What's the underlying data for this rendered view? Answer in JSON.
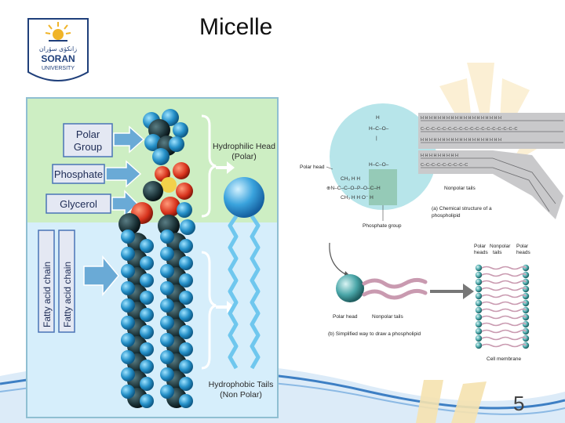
{
  "slide": {
    "title": "Micelle",
    "page_number": "5",
    "logo": {
      "arabic_text": "زانكۆی سۆران",
      "line1": "SORAN",
      "line2": "UNIVERSITY"
    }
  },
  "left_diagram": {
    "polar_group": [
      "Polar",
      "Group"
    ],
    "phosphate": "Phosphate",
    "glycerol": "Glycerol",
    "fatty_acid_chain_1": "Fatty acid chain",
    "fatty_acid_chain_2": "Fatty acid chain",
    "hydrophilic_head": [
      "Hydrophilic Head",
      "(Polar)"
    ],
    "hydrophobic_tails": [
      "Hydrophobic Tails",
      "(Non Polar)"
    ]
  },
  "right_diagram": {
    "polar_head": "Polar head",
    "nonpolar_tails": "Nonpolar tails",
    "phosphate_group": "Phosphate group",
    "caption_a": [
      "(a) Chemical structure of a",
      "phospholipid"
    ],
    "polar_head_b": "Polar head",
    "nonpolar_tails_b": "Nonpolar tails",
    "caption_b": "(b) Simplified way to draw a phospholipid",
    "membrane_labels": {
      "polar_heads_1": [
        "Polar",
        "heads"
      ],
      "nonpolar_tails": [
        "Nonpolar",
        "tails"
      ],
      "polar_heads_2": [
        "Polar",
        "heads"
      ]
    },
    "cell_membrane": "Cell membrane"
  },
  "colors": {
    "green_band": "#cdeec3",
    "light_blue_band": "#d6eefb",
    "label_box": "#e4e8f3",
    "label_border": "#4a74b6",
    "arrow_fill": "#6aaad6",
    "head_sphere": "#2f9ad9",
    "accent_yellow": "#f4c430"
  }
}
